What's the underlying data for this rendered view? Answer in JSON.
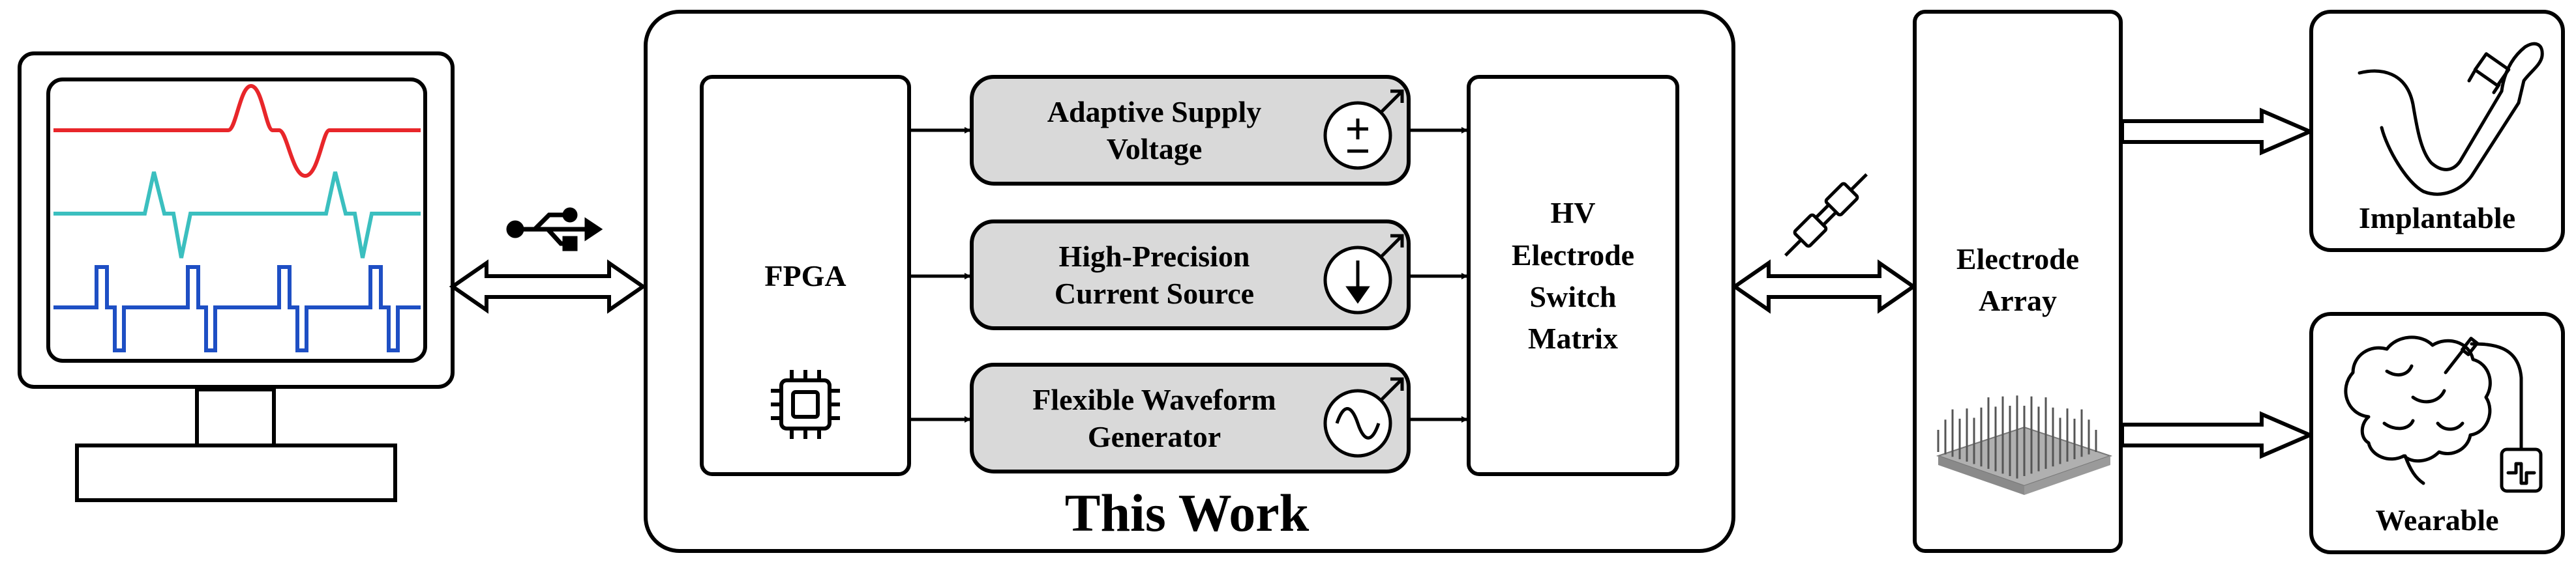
{
  "fpga": {
    "label": "FPGA"
  },
  "supply": {
    "line1": "Adaptive Supply",
    "line2": "Voltage"
  },
  "current": {
    "line1": "High-Precision",
    "line2": "Current Source"
  },
  "waveform": {
    "line1": "Flexible Waveform",
    "line2": "Generator"
  },
  "switch_matrix": {
    "line1": "HV",
    "line2": "Electrode",
    "line3": "Switch",
    "line4": "Matrix"
  },
  "this_work": {
    "label": "This Work"
  },
  "electrode_array": {
    "line1": "Electrode",
    "line2": "Array"
  },
  "implantable": {
    "label": "Implantable"
  },
  "wearable": {
    "label": "Wearable"
  },
  "colors": {
    "red_trace": "#e8262a",
    "cyan_trace": "#3bbfbf",
    "blue_trace": "#1e4fc4",
    "module_fill": "#d9d9d9"
  },
  "icons": [
    "usb-icon",
    "chip-icon",
    "plus-minus-icon",
    "arrow-down-icon",
    "sine-icon",
    "connector-icon",
    "electrode-array-image",
    "arm-icon",
    "brain-icon"
  ]
}
